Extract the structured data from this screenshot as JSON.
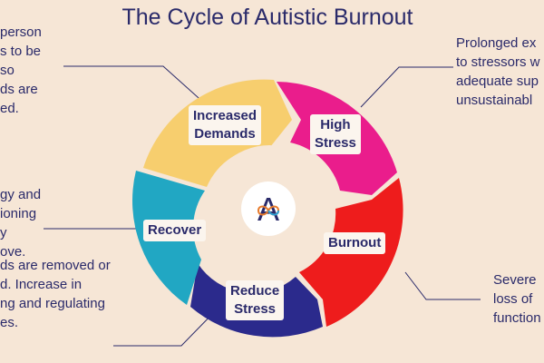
{
  "title": "The Cycle of Autistic Burnout",
  "colors": {
    "background": "#f6e6d6",
    "text": "#2a2a6a",
    "increased_demands": "#f7ce6e",
    "high_stress": "#ea1d8c",
    "burnout": "#ee1c1c",
    "reduce_stress": "#2b2a8c",
    "recover": "#21a7c3",
    "label_bg": "#fbf5ee"
  },
  "stages": {
    "increased_demands": {
      "line1": "Increased",
      "line2": "Demands"
    },
    "high_stress": {
      "line1": "High",
      "line2": "Stress"
    },
    "burnout": {
      "line1": "Burnout"
    },
    "reduce_stress": {
      "line1": "Reduce",
      "line2": "Stress"
    },
    "recover": {
      "line1": "Recover"
    }
  },
  "center_logo": {
    "letter": "A",
    "symbol": "infinity-icon"
  },
  "side_notes": {
    "top_left": [
      "person",
      "s to be",
      "so",
      "ds are",
      "ed."
    ],
    "mid_left": [
      "gy and",
      "ioning",
      "y",
      "ove."
    ],
    "bottom_left": [
      "ds are removed or",
      "d.  Increase in",
      "ng and regulating",
      "es."
    ],
    "top_right": [
      "Prolonged ex",
      "to stressors w",
      "adequate sup",
      "unsustainabl"
    ],
    "bottom_right": [
      "Severe",
      "loss of",
      "function"
    ]
  }
}
